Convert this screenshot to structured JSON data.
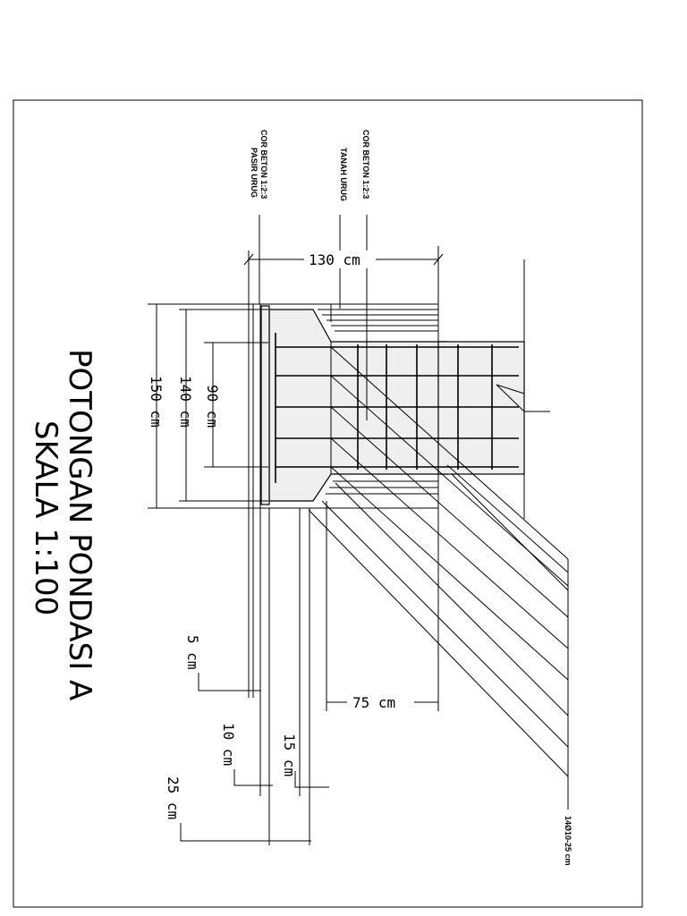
{
  "title": {
    "line1": "POTONGAN PONDASI A",
    "line2": "SKALA 1:100"
  },
  "labels": {
    "cor_beton_a": "COR BETON 1:2:3",
    "pasir_urug": "PASIR URUG",
    "cor_beton_b": "COR BETON 1:2:3",
    "tanah_urug": "TANAH URUG",
    "rebar": "14Ø10-25 cm"
  },
  "dimensions": {
    "d130": "130 cm",
    "d90": "90 cm",
    "d140": "140 cm",
    "d150": "150 cm",
    "d75": "75 cm",
    "d5": "5 cm",
    "d10": "10 cm",
    "d15": "15 cm",
    "d25": "25 cm"
  }
}
